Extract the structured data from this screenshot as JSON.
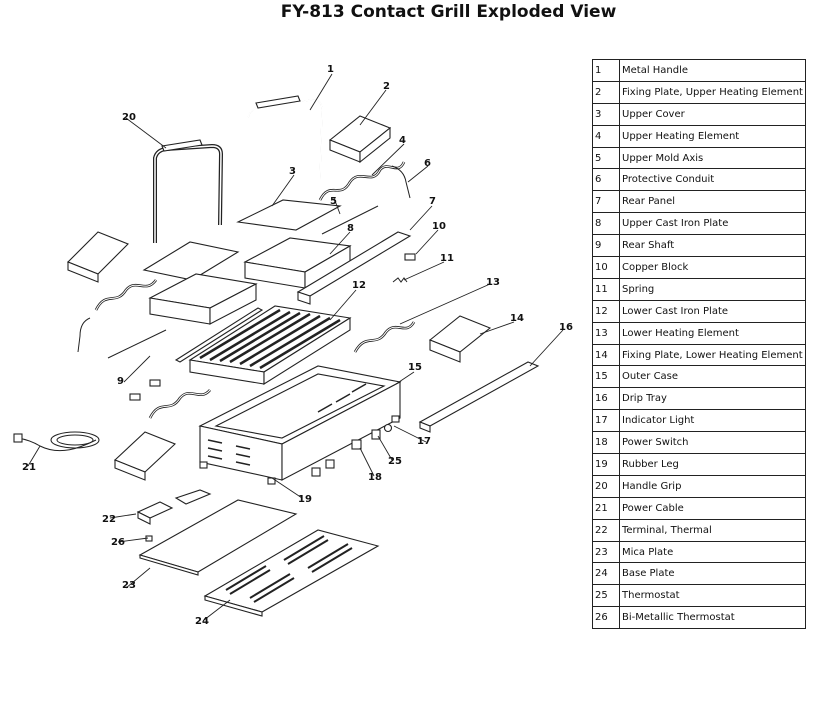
{
  "title": "FY-813 Contact Grill Exploded View",
  "callouts": [
    "1",
    "2",
    "3",
    "4",
    "5",
    "6",
    "7",
    "8",
    "9",
    "10",
    "11",
    "12",
    "13",
    "14",
    "15",
    "16",
    "17",
    "18",
    "19",
    "20",
    "21",
    "22",
    "23",
    "24",
    "25",
    "26"
  ],
  "parts": [
    {
      "num": "1",
      "name": "Metal Handle"
    },
    {
      "num": "2",
      "name": "Fixing Plate, Upper Heating Element"
    },
    {
      "num": "3",
      "name": "Upper Cover"
    },
    {
      "num": "4",
      "name": "Upper Heating Element"
    },
    {
      "num": "5",
      "name": "Upper Mold Axis"
    },
    {
      "num": "6",
      "name": "Protective Conduit"
    },
    {
      "num": "7",
      "name": "Rear Panel"
    },
    {
      "num": "8",
      "name": "Upper Cast Iron Plate"
    },
    {
      "num": "9",
      "name": "Rear Shaft"
    },
    {
      "num": "10",
      "name": "Copper Block"
    },
    {
      "num": "11",
      "name": "Spring"
    },
    {
      "num": "12",
      "name": "Lower Cast Iron Plate"
    },
    {
      "num": "13",
      "name": "Lower Heating Element"
    },
    {
      "num": "14",
      "name": "Fixing Plate, Lower Heating Element"
    },
    {
      "num": "15",
      "name": "Outer Case"
    },
    {
      "num": "16",
      "name": "Drip Tray"
    },
    {
      "num": "17",
      "name": "Indicator Light"
    },
    {
      "num": "18",
      "name": "Power Switch"
    },
    {
      "num": "19",
      "name": "Rubber Leg"
    },
    {
      "num": "20",
      "name": "Handle Grip"
    },
    {
      "num": "21",
      "name": "Power Cable"
    },
    {
      "num": "22",
      "name": "Terminal, Thermal"
    },
    {
      "num": "23",
      "name": "Mica Plate"
    },
    {
      "num": "24",
      "name": "Base Plate"
    },
    {
      "num": "25",
      "name": "Thermostat"
    },
    {
      "num": "26",
      "name": "Bi-Metallic Thermostat"
    }
  ]
}
